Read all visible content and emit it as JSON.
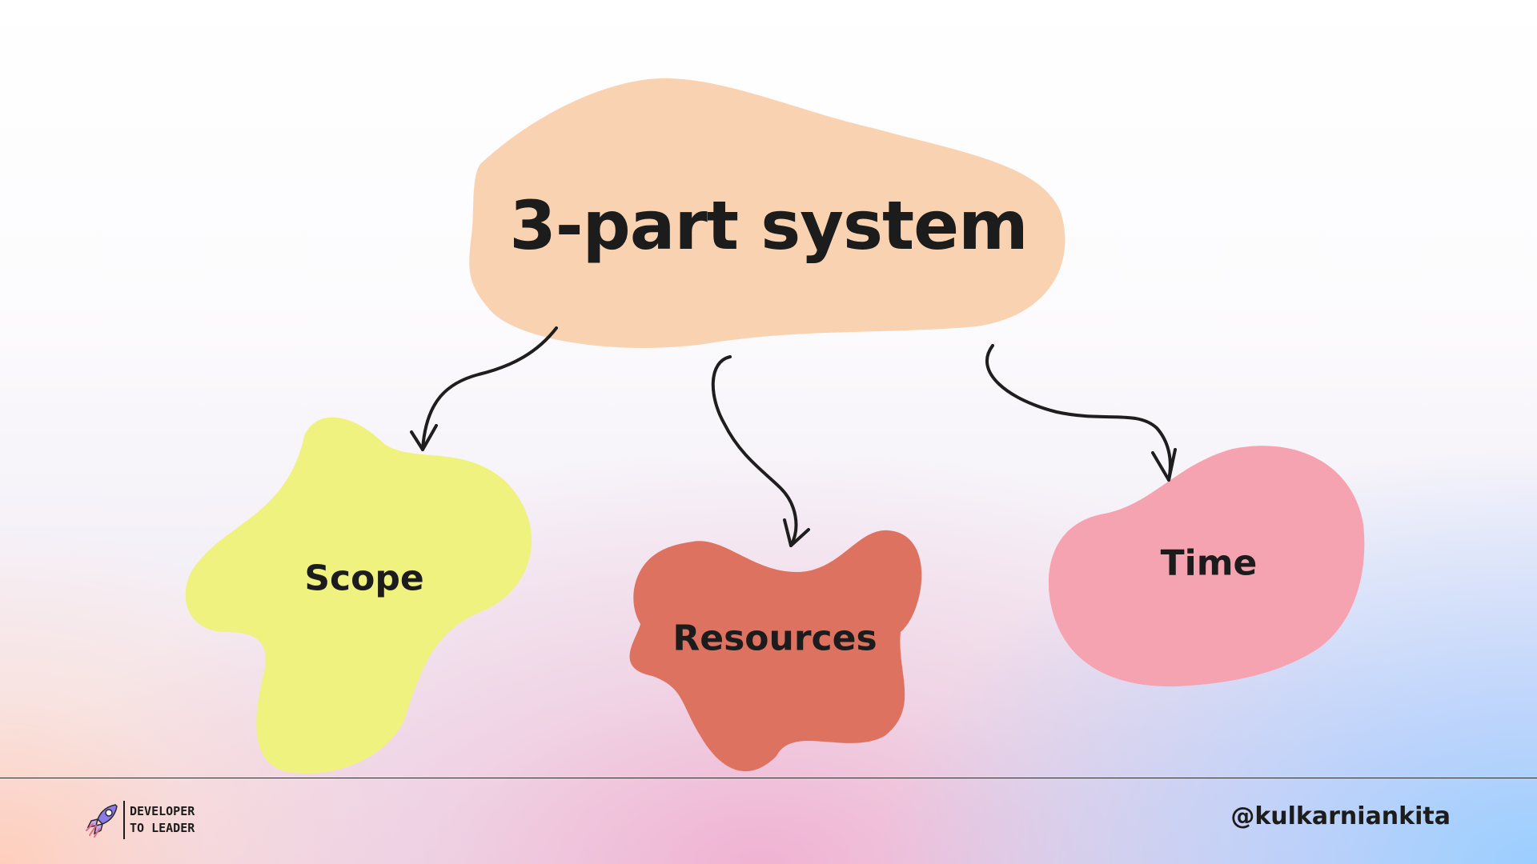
{
  "diagram": {
    "title": "3-part system",
    "nodes": [
      {
        "id": "scope",
        "label": "Scope",
        "color": "#eff27e"
      },
      {
        "id": "resources",
        "label": "Resources",
        "color": "#de7261"
      },
      {
        "id": "time",
        "label": "Time",
        "color": "#f6a3b1"
      }
    ],
    "title_color": "#f9d3b1",
    "edges": [
      {
        "from": "title",
        "to": "scope"
      },
      {
        "from": "title",
        "to": "resources"
      },
      {
        "from": "title",
        "to": "time"
      }
    ]
  },
  "footer": {
    "brand_line1": "DEVELOPER",
    "brand_line2": "TO LEADER",
    "logo_icon": "rocket-icon",
    "handle": "@kulkarniankita"
  }
}
